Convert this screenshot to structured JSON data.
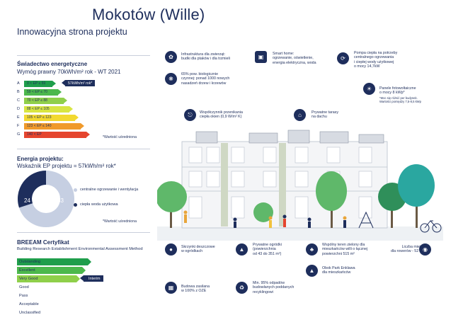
{
  "header": {
    "title": "Mokotów (Wille)",
    "subtitle": "Innowacyjna strona projektu"
  },
  "energy_cert": {
    "title": "Świadectwo energetyczne",
    "subtitle": "Wymóg prawny 70kWh/m² rok - WT 2021",
    "classes": [
      {
        "letter": "A",
        "range": "0 < EP ≤ 59",
        "color": "#1f9e4b"
      },
      {
        "letter": "B",
        "range": "59 < EP ≤ 70",
        "color": "#4cb84c"
      },
      {
        "letter": "C",
        "range": "70 < EP ≤ 88",
        "color": "#8fcf4a"
      },
      {
        "letter": "D",
        "range": "88 < EP ≤ 105",
        "color": "#d8e542"
      },
      {
        "letter": "E",
        "range": "105 < EP ≤ 123",
        "color": "#f2d930"
      },
      {
        "letter": "F",
        "range": "123 < EP ≤ 140",
        "color": "#f09a2b"
      },
      {
        "letter": "G",
        "range": "140 < EP",
        "color": "#e5452e"
      }
    ],
    "marker": "57kWh/m² rok*",
    "note": "*Wartość uśredniona"
  },
  "project_energy": {
    "title": "Energia projektu:",
    "subtitle": "Wskaźnik EP projektu = 57kWh/m² rok*",
    "donut": [
      {
        "label": "centralne ogrzewanie i wentylacja",
        "value": "33",
        "color": "#c6cfe2"
      },
      {
        "label": "ciepła woda użytkowa",
        "value": "24",
        "color": "#1e2e5c"
      }
    ],
    "note": "*Wartość uśredniona"
  },
  "breeam": {
    "title": "BREEAM Certyfikat",
    "subtitle": "Building Research Establishment Environmental Assessment Method",
    "levels": [
      {
        "label": "Outstanding",
        "color": "#1f9e4b"
      },
      {
        "label": "Excellent",
        "color": "#4cb84c"
      },
      {
        "label": "Very Good",
        "color": "#8fcf4a"
      },
      {
        "label": "Good",
        "color": ""
      },
      {
        "label": "Pass",
        "color": ""
      },
      {
        "label": "Acceptable",
        "color": ""
      },
      {
        "label": "Unclassified",
        "color": ""
      }
    ],
    "marker": "Interim"
  },
  "features": {
    "f1": "Infrastruktura dla zwierząt:\nbudki dla ptaków i dla trzmieli",
    "f2": "Smart home:\nogrzewanie, oświetlenie,\nenergia elektryczna, woda",
    "f3": "Pompa ciepła na potrzeby\ncentralnego ogrzewania\ni ciepłej wody użytkowej\no mocy 14,7kW",
    "f4": "65% pow. biologicznie\nczynnej: ponad 1000 nowych\nnasadzeń drzew i krzewów",
    "f5": "Panele fotowoltaiczne\no mocy 8 kWp*",
    "f5_note": "*Moc się różnić per budynek.\nWartości pomiędzy 7,5-8,5 kWp",
    "f6": "Współczynnik przenikania\nciepła okien (0,9 W/m² K)",
    "f7": "Prywatne tarasy\nna dachu",
    "f8": "Skrzynki deszczowe\nw ogródkach",
    "f9": "Prywatne ogródki\n(powierzchnia\nod 43 do 351 m²)",
    "f10": "Wspólny teren zielony dla\nmieszkańców willi o łącznej\npowierzchni 515 m²",
    "f11": "Liczba miejsc\ndla rowerów - 52 szt",
    "f12": "Obok Park Enklawa\ndla mieszkańców",
    "f13": "Budowa zasilana\nw 100% z OZE",
    "f14": "Min. 95% odpadów\nbudowlanych poddanych\nrecyklingowi"
  },
  "icons": {
    "f1": "paw-icon",
    "f2": "smart-home-icon",
    "f3": "heat-pump-icon",
    "f4": "leaf-icon",
    "f5": "sun-icon",
    "f6": "thermometer-icon",
    "f7": "terrace-icon",
    "f8": "rain-drop-icon",
    "f9": "garden-icon",
    "f10": "shared-green-icon",
    "f11": "bicycle-icon",
    "f12": "tree-icon",
    "f13": "building-power-icon",
    "f14": "recycle-icon"
  }
}
